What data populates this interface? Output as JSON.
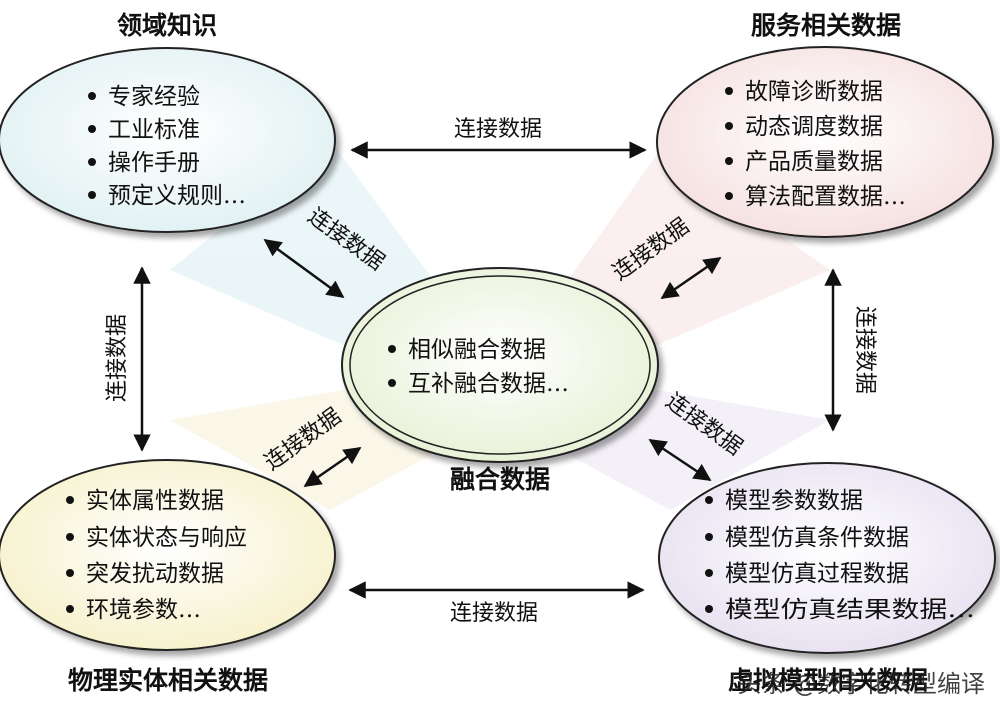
{
  "nodes": {
    "domain": {
      "title": "领域知识",
      "items": [
        "专家经验",
        "工业标准",
        "操作手册",
        "预定义规则…"
      ],
      "fill": "#e3f3f4"
    },
    "service": {
      "title": "服务相关数据",
      "items": [
        "故障诊断数据",
        "动态调度数据",
        "产品质量数据",
        "算法配置数据…"
      ],
      "fill": "#f7e4e4"
    },
    "fusion": {
      "title": "融合数据",
      "items": [
        "相似融合数据",
        "互补融合数据…"
      ],
      "fill": "#eef4e0"
    },
    "physical": {
      "title": "物理实体相关数据",
      "items": [
        "实体属性数据",
        "实体状态与响应",
        "突发扰动数据",
        "环境参数…"
      ],
      "fill": "#f7f3d6"
    },
    "virtual": {
      "title": "虚拟模型相关数据",
      "items": [
        "模型参数数据",
        "模型仿真条件数据",
        "模型仿真过程数据",
        "模型仿真结果数据…"
      ],
      "fill": "#ebe6f3"
    }
  },
  "connector_label": "连接数据",
  "watermark": "头条 @数字化转型编译",
  "colors": {
    "outline": "#222222",
    "arrow": "#111111"
  }
}
